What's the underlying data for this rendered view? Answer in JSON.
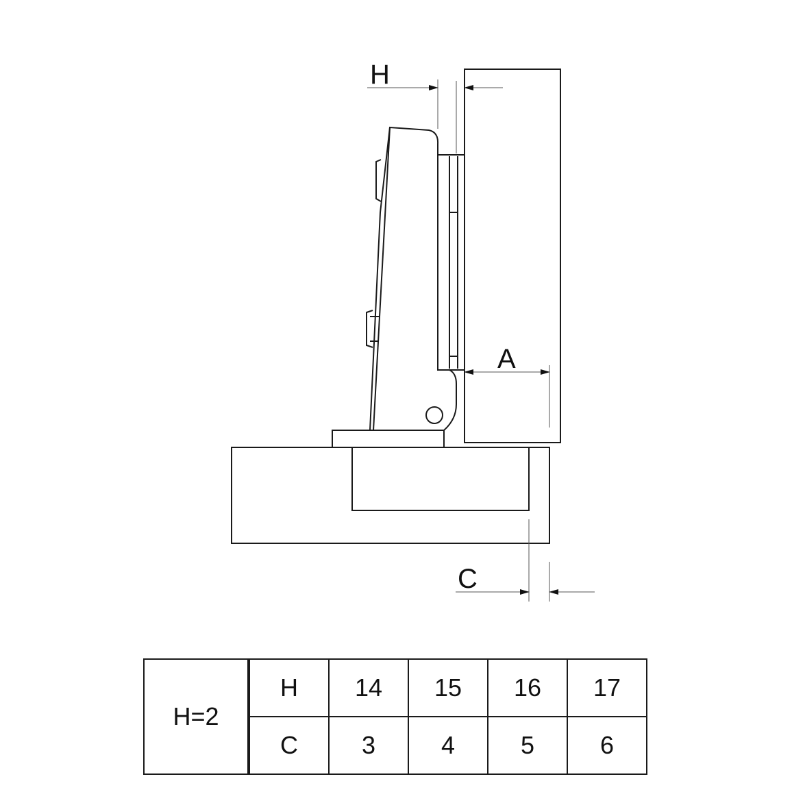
{
  "labels": {
    "H": "H",
    "A": "A",
    "C": "C"
  },
  "table": {
    "condition": "H=2",
    "rows": [
      {
        "name": "H",
        "values": [
          "14",
          "15",
          "16",
          "17"
        ]
      },
      {
        "name": "C",
        "values": [
          "3",
          "4",
          "5",
          "6"
        ]
      }
    ]
  },
  "colors": {
    "line": "#1a1a1a",
    "background": "#ffffff"
  }
}
